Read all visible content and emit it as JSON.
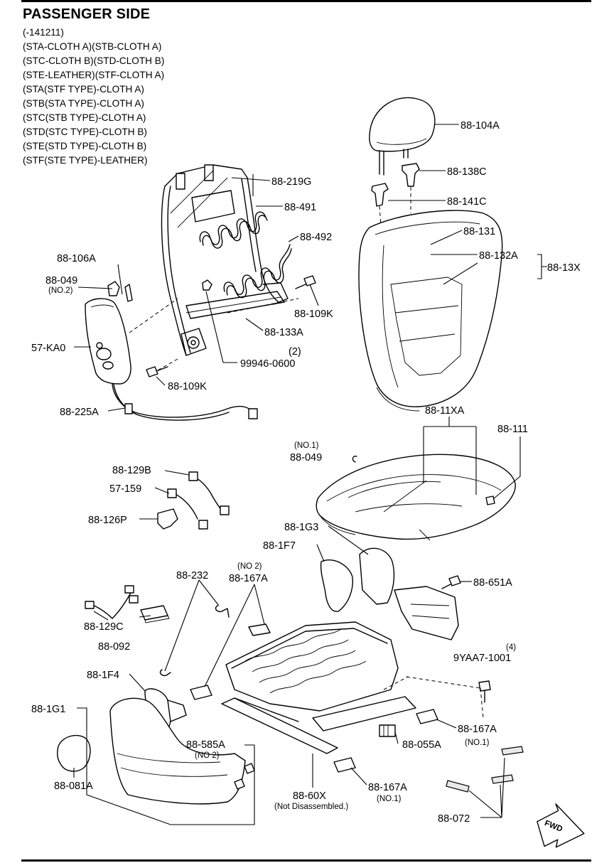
{
  "header": {
    "title": "PASSENGER SIDE",
    "notes": [
      "(-141211)",
      "(STA-CLOTH A)(STB-CLOTH A)",
      "(STC-CLOTH B)(STD-CLOTH B)",
      "(STE-LEATHER)(STF-CLOTH A)",
      "(STA(STF TYPE)-CLOTH A)",
      "(STB(STA TYPE)-CLOTH A)",
      "(STC(STB TYPE)-CLOTH A)",
      "(STD(STC TYPE)-CLOTH B)",
      "(STE(STD TYPE)-CLOTH B)",
      "(STF(STE TYPE)-LEATHER)"
    ]
  },
  "labels": {
    "p88_104A": "88-104A",
    "p88_138C": "88-138C",
    "p88_141C": "88-141C",
    "p88_131": "88-131",
    "p88_132A": "88-132A",
    "p88_13X": "88-13X",
    "p88_219G": "88-219G",
    "p88_491": "88-491",
    "p88_492": "88-492",
    "p88_106A": "88-106A",
    "p88_049_no2": "88-049",
    "no2_a": "(NO.2)",
    "p88_109K_a": "88-109K",
    "p88_133A": "88-133A",
    "qty2": "(2)",
    "p99946": "99946-0600",
    "p57_KA0": "57-KA0",
    "p88_109K_b": "88-109K",
    "p88_225A": "88-225A",
    "p88_11XA": "88-11XA",
    "p88_111": "88-111",
    "no1_a": "(NO.1)",
    "p88_049_no1": "88-049",
    "p88_129B": "88-129B",
    "p57_159": "57-159",
    "p88_126P": "88-126P",
    "p88_1G3": "88-1G3",
    "p88_1F7": "88-1F7",
    "no2_b": "(NO 2)",
    "p88_167A_a": "88-167A",
    "p88_232": "88-232",
    "p88_651A": "88-651A",
    "qty4": "(4)",
    "p9YAA7": "9YAA7-1001",
    "p88_129C": "88-129C",
    "p88_092": "88-092",
    "p88_1F4": "88-1F4",
    "p88_1G1": "88-1G1",
    "p88_585A": "88-585A",
    "no2_c": "(NO 2)",
    "p88_081A": "88-081A",
    "p88_167A_b": "88-167A",
    "no1_b": "(NO.1)",
    "p88_055A": "88-055A",
    "p88_60X": "88-60X",
    "not_disassembled": "(Not Disassembled.)",
    "p88_167A_c": "88-167A",
    "no1_c": "(NO.1)",
    "p88_072": "88-072",
    "fwd": "FWD"
  }
}
